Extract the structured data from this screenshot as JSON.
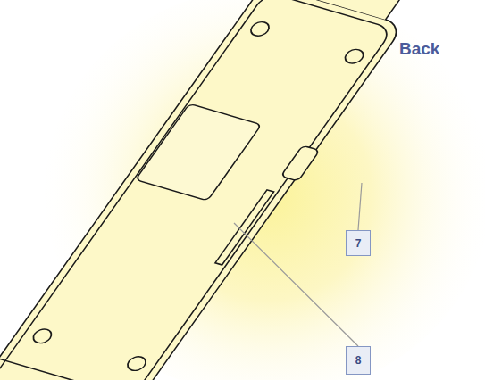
{
  "diagram": {
    "nodes": [
      {
        "text": [
          "7"
        ]
      },
      {
        "text": [
          "8"
        ]
      }
    ],
    "labels": [
      "Back"
    ]
  }
}
